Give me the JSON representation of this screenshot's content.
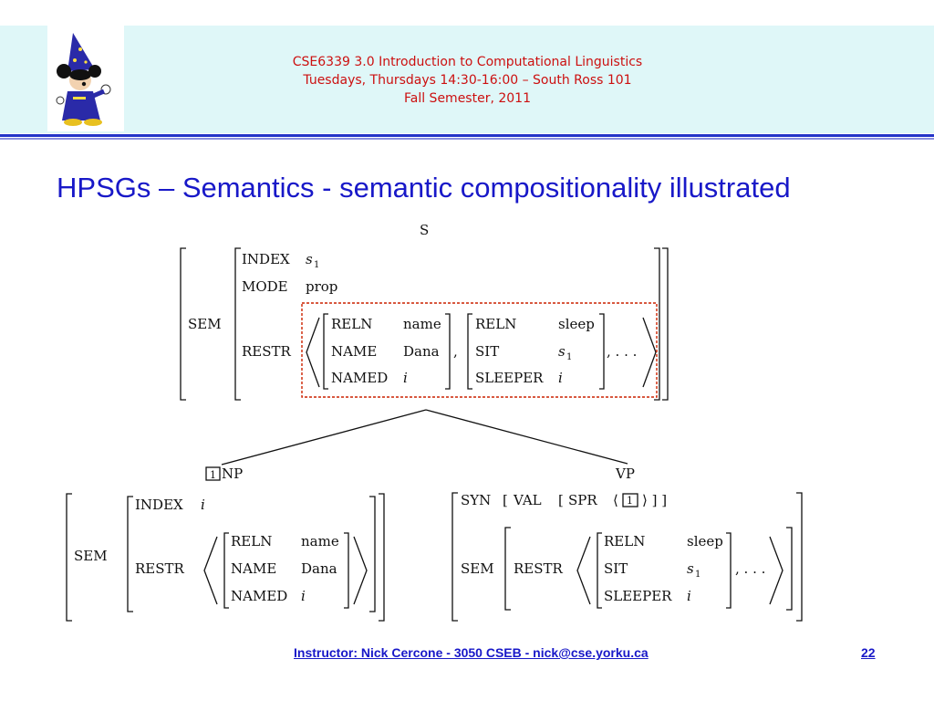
{
  "header": {
    "course_line1": "CSE6339 3.0 Introduction to Computational Linguistics",
    "course_line2": "Tuesdays, Thursdays 14:30-16:00 – South Ross 101",
    "course_line3": "Fall Semester, 2011",
    "logo_icon": "mickey-sorcerer-icon"
  },
  "slide": {
    "title": "HPSGs – Semantics - semantic compositionality illustrated"
  },
  "tree": {
    "root": {
      "label": "S",
      "sem": "SEM",
      "index_attr": "INDEX",
      "index_val": "s",
      "index_sub": "1",
      "mode_attr": "MODE",
      "mode_val": "prop",
      "restr_attr": "RESTR",
      "pred1": {
        "reln_attr": "RELN",
        "reln_val": "name",
        "name_attr": "NAME",
        "name_val": "Dana",
        "named_attr": "NAMED",
        "named_val": "i"
      },
      "comma": ",",
      "pred2": {
        "reln_attr": "RELN",
        "reln_val": "sleep",
        "sit_attr": "SIT",
        "sit_val": "s",
        "sit_sub": "1",
        "sleeper_attr": "SLEEPER",
        "sleeper_val": "i"
      },
      "ellipsis": ", . . ."
    },
    "np": {
      "tag": "1",
      "label": "NP",
      "sem": "SEM",
      "index_attr": "INDEX",
      "index_val": "i",
      "restr_attr": "RESTR",
      "pred": {
        "reln_attr": "RELN",
        "reln_val": "name",
        "name_attr": "NAME",
        "name_val": "Dana",
        "named_attr": "NAMED",
        "named_val": "i"
      }
    },
    "vp": {
      "label": "VP",
      "syn": "SYN",
      "val": "VAL",
      "spr": "SPR",
      "spr_tag": "1",
      "sem": "SEM",
      "restr_attr": "RESTR",
      "pred": {
        "reln_attr": "RELN",
        "reln_val": "sleep",
        "sit_attr": "SIT",
        "sit_val": "s",
        "sit_sub": "1",
        "sleeper_attr": "SLEEPER",
        "sleeper_val": "i"
      },
      "ellipsis": ", . . ."
    }
  },
  "footer": {
    "instructor": "Instructor: Nick Cercone - 3050 CSEB - nick@cse.yorku.ca",
    "page": "22"
  },
  "colors": {
    "header_bg": "#dff7f8",
    "title_blue": "#1818c8",
    "course_red": "#cc1010",
    "highlight_box": "#cc2200"
  }
}
